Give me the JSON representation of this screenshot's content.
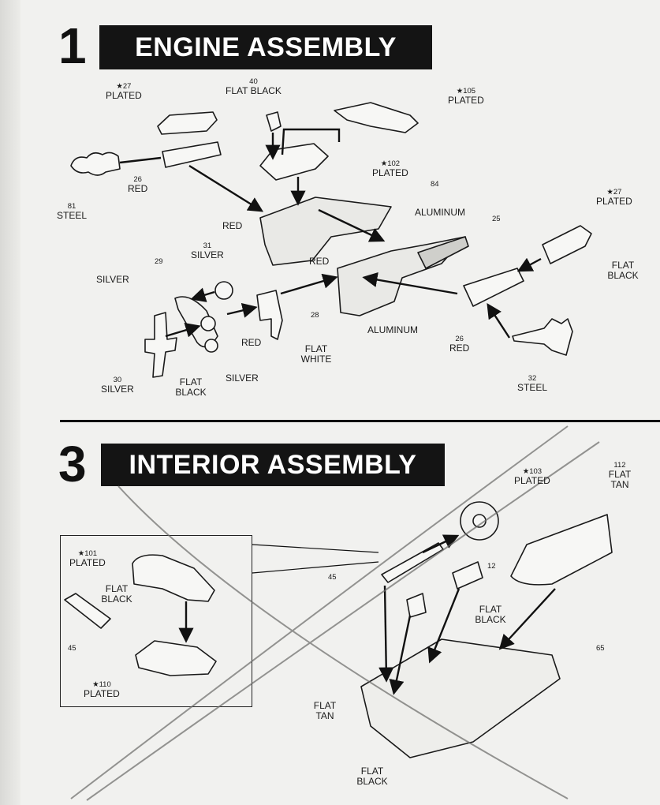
{
  "sections": [
    {
      "number": "1",
      "title": "ENGINE ASSEMBLY"
    },
    {
      "number": "3",
      "title": "INTERIOR ASSEMBLY"
    }
  ],
  "engine_callouts": [
    {
      "num": "★27",
      "text": "PLATED"
    },
    {
      "num": "40",
      "text": "FLAT BLACK"
    },
    {
      "num": "★105",
      "text": "PLATED"
    },
    {
      "num": "★102",
      "text": "PLATED"
    },
    {
      "num": "26",
      "text": "RED"
    },
    {
      "num": "81",
      "text": "STEEL"
    },
    {
      "num": "84",
      "text": ""
    },
    {
      "num": "",
      "text": "RED"
    },
    {
      "num": "",
      "text": "ALUMINUM"
    },
    {
      "num": "25",
      "text": ""
    },
    {
      "num": "★27",
      "text": "PLATED"
    },
    {
      "num": "",
      "text": "FLAT BLACK"
    },
    {
      "num": "31",
      "text": "SILVER"
    },
    {
      "num": "29",
      "text": ""
    },
    {
      "num": "",
      "text": "SILVER"
    },
    {
      "num": "",
      "text": "RED"
    },
    {
      "num": "28",
      "text": ""
    },
    {
      "num": "",
      "text": "RED"
    },
    {
      "num": "",
      "text": "FLAT WHITE"
    },
    {
      "num": "",
      "text": "ALUMINUM"
    },
    {
      "num": "26",
      "text": "RED"
    },
    {
      "num": "30",
      "text": "SILVER"
    },
    {
      "num": "",
      "text": "FLAT BLACK"
    },
    {
      "num": "",
      "text": "SILVER"
    },
    {
      "num": "32",
      "text": "STEEL"
    }
  ],
  "interior_callouts": [
    {
      "num": "★103",
      "text": "PLATED"
    },
    {
      "num": "112",
      "text": "FLAT TAN"
    },
    {
      "num": "★101",
      "text": "PLATED"
    },
    {
      "num": "",
      "text": "FLAT BLACK"
    },
    {
      "num": "45",
      "text": ""
    },
    {
      "num": "45",
      "text": ""
    },
    {
      "num": "12",
      "text": ""
    },
    {
      "num": "",
      "text": "FLAT BLACK"
    },
    {
      "num": "65",
      "text": ""
    },
    {
      "num": "★110",
      "text": "PLATED"
    },
    {
      "num": "",
      "text": "FLAT TAN"
    },
    {
      "num": "",
      "text": "FLAT BLACK"
    }
  ]
}
